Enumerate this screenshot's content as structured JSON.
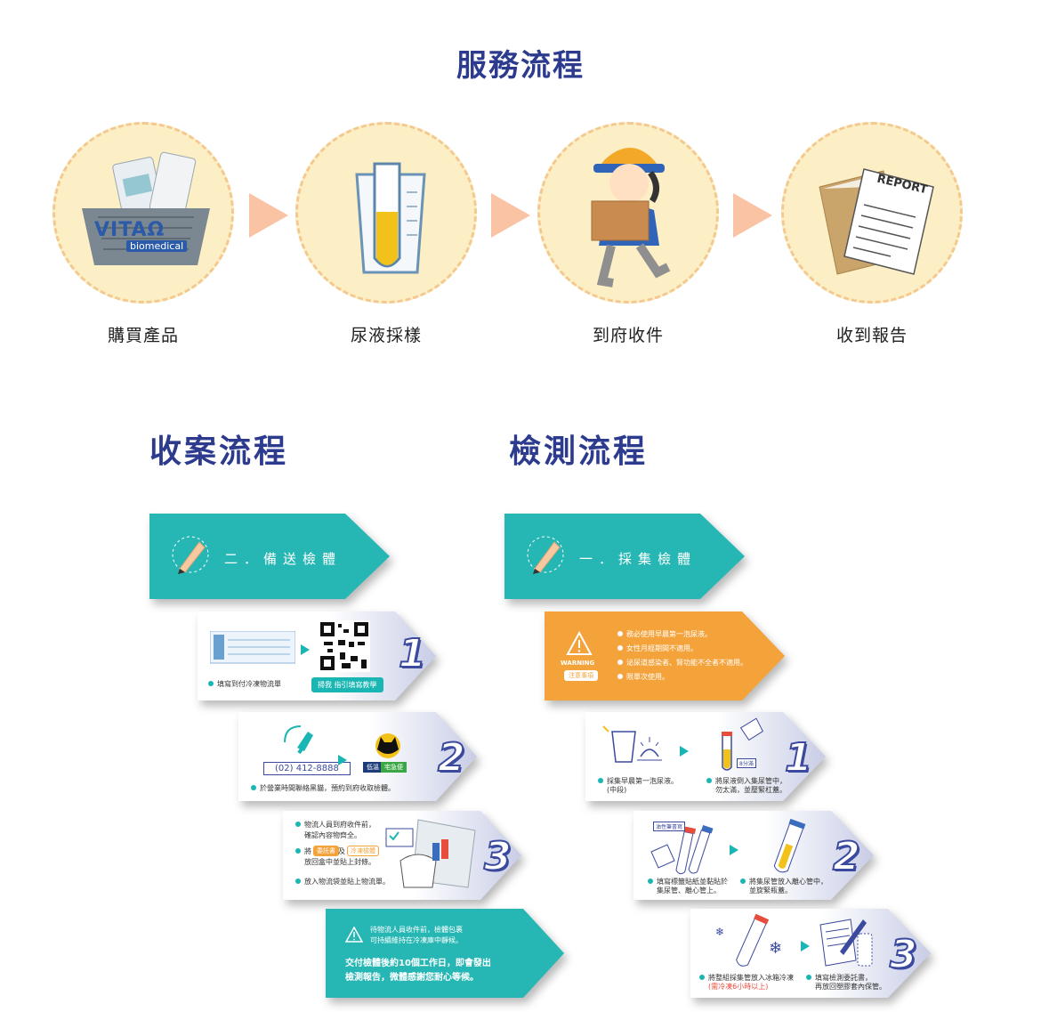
{
  "service": {
    "title": "服務流程",
    "steps": [
      {
        "label": "購買產品",
        "icon": "basket-icon",
        "brand_main": "VITAΩ",
        "brand_sub": "biomedical"
      },
      {
        "label": "尿液採樣",
        "icon": "test-tube-icon"
      },
      {
        "label": "到府收件",
        "icon": "courier-icon"
      },
      {
        "label": "收到報告",
        "icon": "report-icon",
        "report_word": "REPORT"
      }
    ]
  },
  "collection": {
    "title": "收案流程",
    "head": "二．備送檢體",
    "card1": {
      "bullet": "填寫到付冷凍物流單",
      "tag": "掃我 指引填寫教學",
      "number": "1"
    },
    "card2": {
      "phone": "(02) 412-8888",
      "bullet": "於營業時間聯絡黑貓，預約到府收取檢體。",
      "brand_left": "低溫",
      "brand_right": "宅急便",
      "number": "2"
    },
    "card3": {
      "bullet1_a": "物流人員到府收件前，",
      "bullet1_b": "確認內容物齊全。",
      "bullet2_prefix": "將",
      "bullet2_tag1": "委託書",
      "bullet2_mid": "及",
      "bullet2_tag2": "冷凍檢體",
      "bullet2_b": "放回盒中並貼上封條。",
      "bullet3": "放入物流袋並貼上物流單。",
      "number": "3"
    },
    "final": {
      "note_a": "待物流人員收件前，檢體包裹",
      "note_b": "可持續維持在冷凍庫中靜候。",
      "main_a": "交付檢體後約10個工作日，即會發出",
      "main_b": "檢測報告，微體感謝您耐心等候。"
    }
  },
  "testing": {
    "title": "檢測流程",
    "head": "一．採集檢體",
    "warning": {
      "label": "WARNING",
      "tag": "注意事項",
      "items": [
        "務必使用早晨第一泡尿液。",
        "女性月經期間不適用。",
        "泌尿道感染者、腎功能不全者不適用。",
        "限單次使用。"
      ]
    },
    "card1": {
      "bullet1_a": "採集早晨第一泡尿液。",
      "bullet1_b": "(中段)",
      "bullet2_a": "將尿液倒入集尿管中，",
      "bullet2_b": "勿太滿，並壓緊杠蓋。",
      "tube_label": "8分滿",
      "number": "1"
    },
    "card2": {
      "bullet1_a": "填寫標籤貼紙並黏貼於",
      "bullet1_b": "集尿管、離心管上。",
      "bullet2_a": "將集尿管放入離心管中，",
      "bullet2_b": "並旋緊瓶蓋。",
      "sticker_label": "油性筆書寫",
      "number": "2"
    },
    "card3": {
      "bullet1_a": "將整組採集管放入冰箱冷凍",
      "bullet1_b": "(需冷凍6小時以上)",
      "bullet2_a": "填寫檢測委託書，",
      "bullet2_b": "再放回塑膠套內保管。",
      "number": "3"
    }
  },
  "colors": {
    "teal": "#26b7b4",
    "orange": "#f4a23a",
    "navy": "#2c3b8e",
    "peach": "#fdefc5"
  }
}
